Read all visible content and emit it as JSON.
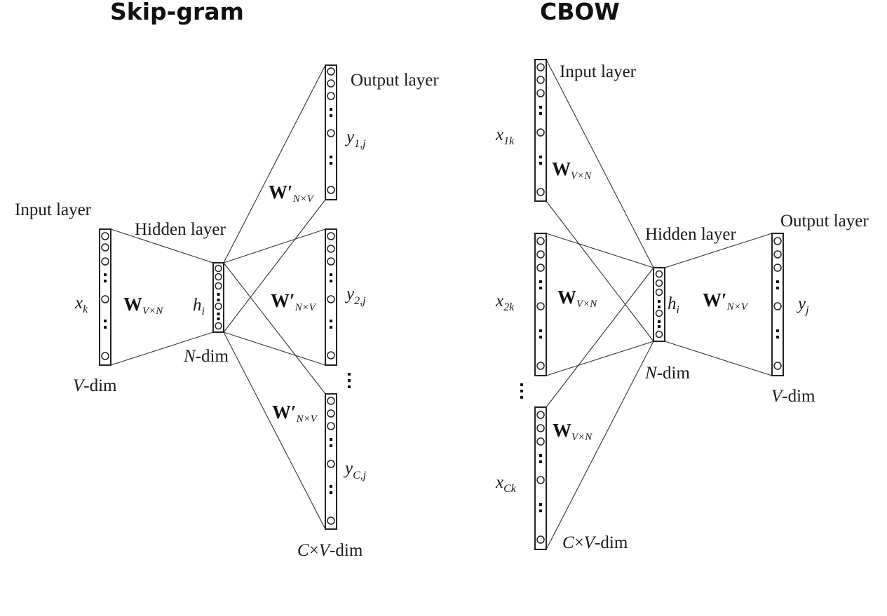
{
  "skipgram": {
    "title": "Skip-gram",
    "input_layer_label": "Input layer",
    "hidden_layer_label": "Hidden layer",
    "output_layer_label": "Output layer",
    "input_var": "x",
    "input_var_sub": "k",
    "hidden_var": "h",
    "hidden_var_sub": "i",
    "v_dim": "V",
    "v_dim_suffix": "-dim",
    "n_dim": "N",
    "n_dim_suffix": "-dim",
    "cv_dim_c": "C",
    "cv_dim_x": "×",
    "cv_dim_v": "V",
    "cv_dim_suffix": "-dim",
    "w_in": "W",
    "w_in_sub": "V×N",
    "w_out": "W′",
    "w_out_sub": "N×V",
    "outputs": [
      {
        "var": "y",
        "sub": "1,j"
      },
      {
        "var": "y",
        "sub": "2,j"
      },
      {
        "var": "y",
        "sub": "C,j"
      }
    ],
    "ellipsis": "⋮"
  },
  "cbow": {
    "title": "CBOW",
    "input_layer_label": "Input layer",
    "hidden_layer_label": "Hidden layer",
    "output_layer_label": "Output layer",
    "inputs": [
      {
        "var": "x",
        "sub": "1k"
      },
      {
        "var": "x",
        "sub": "2k"
      },
      {
        "var": "x",
        "sub": "Ck"
      }
    ],
    "hidden_var": "h",
    "hidden_var_sub": "i",
    "output_var": "y",
    "output_var_sub": "j",
    "n_dim": "N",
    "n_dim_suffix": "-dim",
    "v_dim": "V",
    "v_dim_suffix": "-dim",
    "cv_dim_c": "C",
    "cv_dim_x": "×",
    "cv_dim_v": "V",
    "cv_dim_suffix": "-dim",
    "w_in": "W",
    "w_in_sub": "V×N",
    "w_out": "W′",
    "w_out_sub": "N×V",
    "ellipsis": "⋮"
  }
}
